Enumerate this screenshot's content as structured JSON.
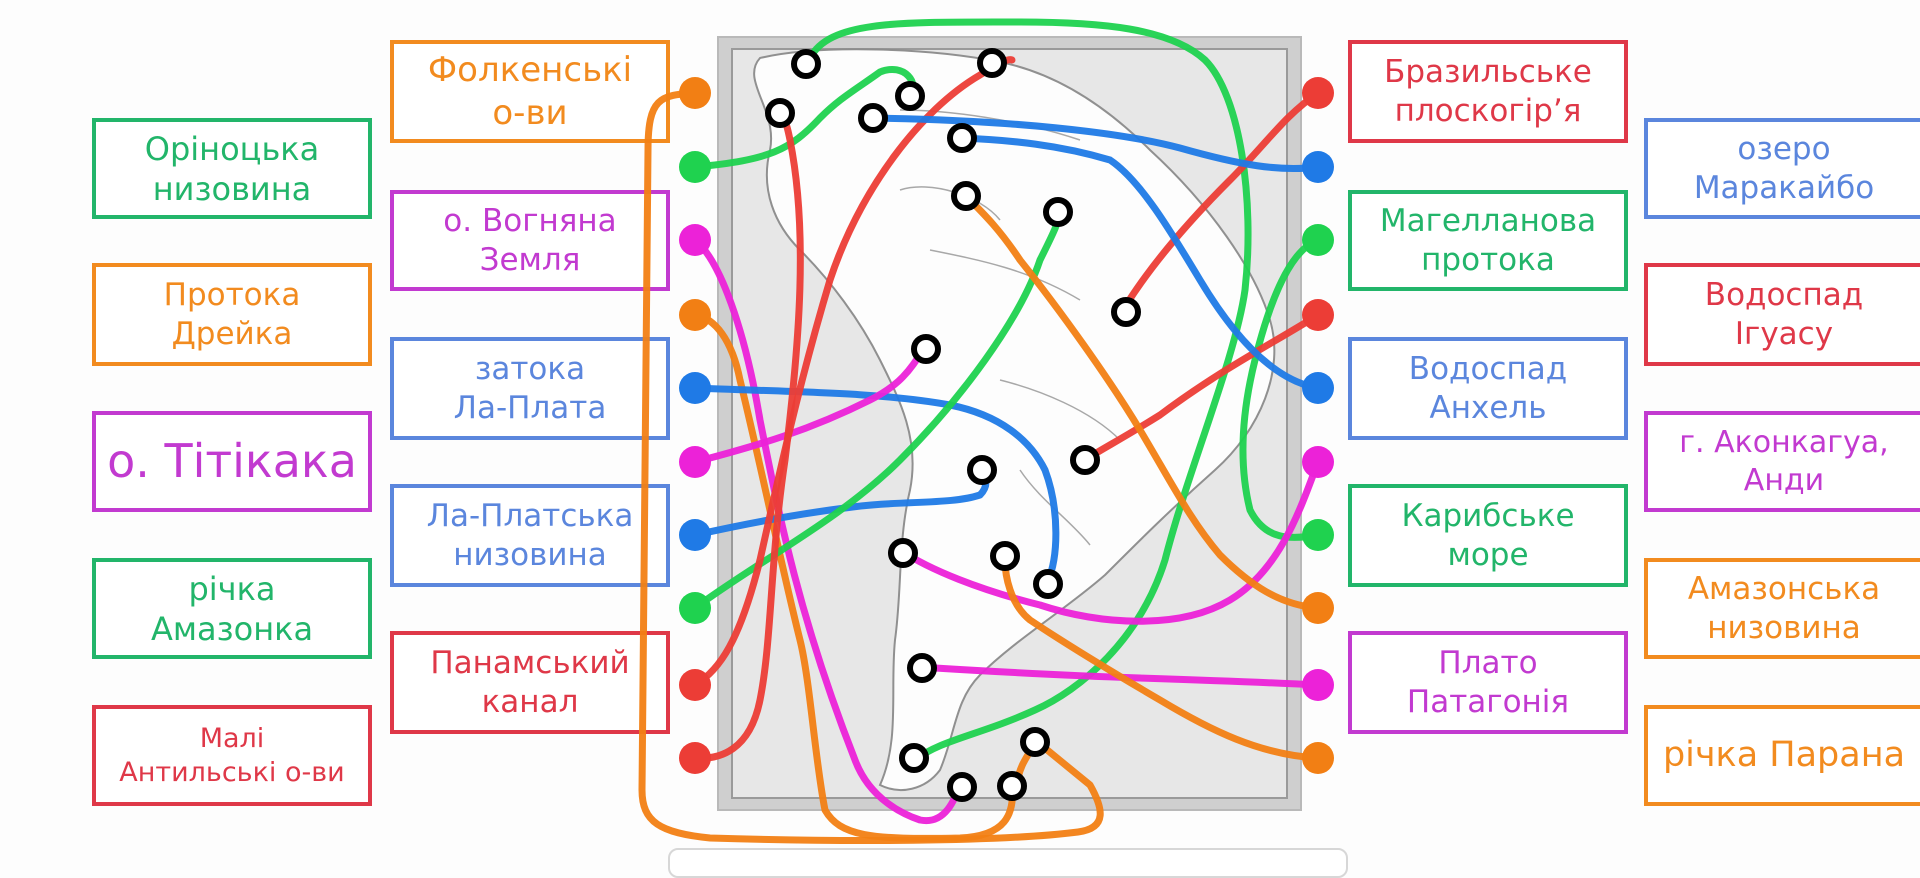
{
  "labels": [
    {
      "id": "falkland",
      "text": "Фолкенські\nо-ви",
      "color": "#f28b1f"
    },
    {
      "id": "orinoco",
      "text": "Оріноцька\nнизовина",
      "color": "#22b56a"
    },
    {
      "id": "fuego",
      "text": "о. Вогняна\nЗемля",
      "color": "#c23ad0"
    },
    {
      "id": "drake",
      "text": "Протока\nДрейка",
      "color": "#f28b1f"
    },
    {
      "id": "laplata-bay",
      "text": "затока\nЛа-Плата",
      "color": "#5b86dd"
    },
    {
      "id": "titicaca",
      "text": "о. Тітікака",
      "color": "#c23ad0"
    },
    {
      "id": "laplata-low",
      "text": "Ла-Платська\nнизовина",
      "color": "#5b86dd"
    },
    {
      "id": "amazon-river",
      "text": "річка\nАмазонка",
      "color": "#22b56a"
    },
    {
      "id": "panama",
      "text": "Панамський\nканал",
      "color": "#df3848"
    },
    {
      "id": "antilles",
      "text": "Малі\nАнтильські о-ви",
      "color": "#df3848"
    },
    {
      "id": "brazil",
      "text": "Бразильське\nплоскогір’я",
      "color": "#df3848"
    },
    {
      "id": "maracaibo",
      "text": "озеро\nМаракайбо",
      "color": "#5b86dd"
    },
    {
      "id": "magellan",
      "text": "Магелланова\nпротока",
      "color": "#22b56a"
    },
    {
      "id": "iguazu",
      "text": "Водоспад\nІгуасу",
      "color": "#df3848"
    },
    {
      "id": "angel",
      "text": "Водоспад\nАнхель",
      "color": "#5b86dd"
    },
    {
      "id": "aconcagua",
      "text": "г. Аконкагуа,\nАнди",
      "color": "#c23ad0"
    },
    {
      "id": "caribbean",
      "text": "Карибське\nморе",
      "color": "#22b56a"
    },
    {
      "id": "amazon-low",
      "text": "Амазонська\nнизовина",
      "color": "#f28b1f"
    },
    {
      "id": "patagonia",
      "text": "Плато\nПатагонія",
      "color": "#c23ad0"
    },
    {
      "id": "parana",
      "text": "річка Парана",
      "color": "#f28b1f"
    }
  ],
  "colors": {
    "orange": "#f28b1f",
    "green": "#22b56a",
    "magenta": "#c23ad0",
    "blue": "#5b86dd",
    "red": "#df3848",
    "wire_orange": "#f27f14",
    "wire_green": "#1fd24f",
    "wire_magenta": "#ec22d8",
    "wire_blue": "#1f7ae6",
    "wire_red": "#ec3d36",
    "map_bg": "#e7e7e7",
    "land": "#ffffff"
  }
}
